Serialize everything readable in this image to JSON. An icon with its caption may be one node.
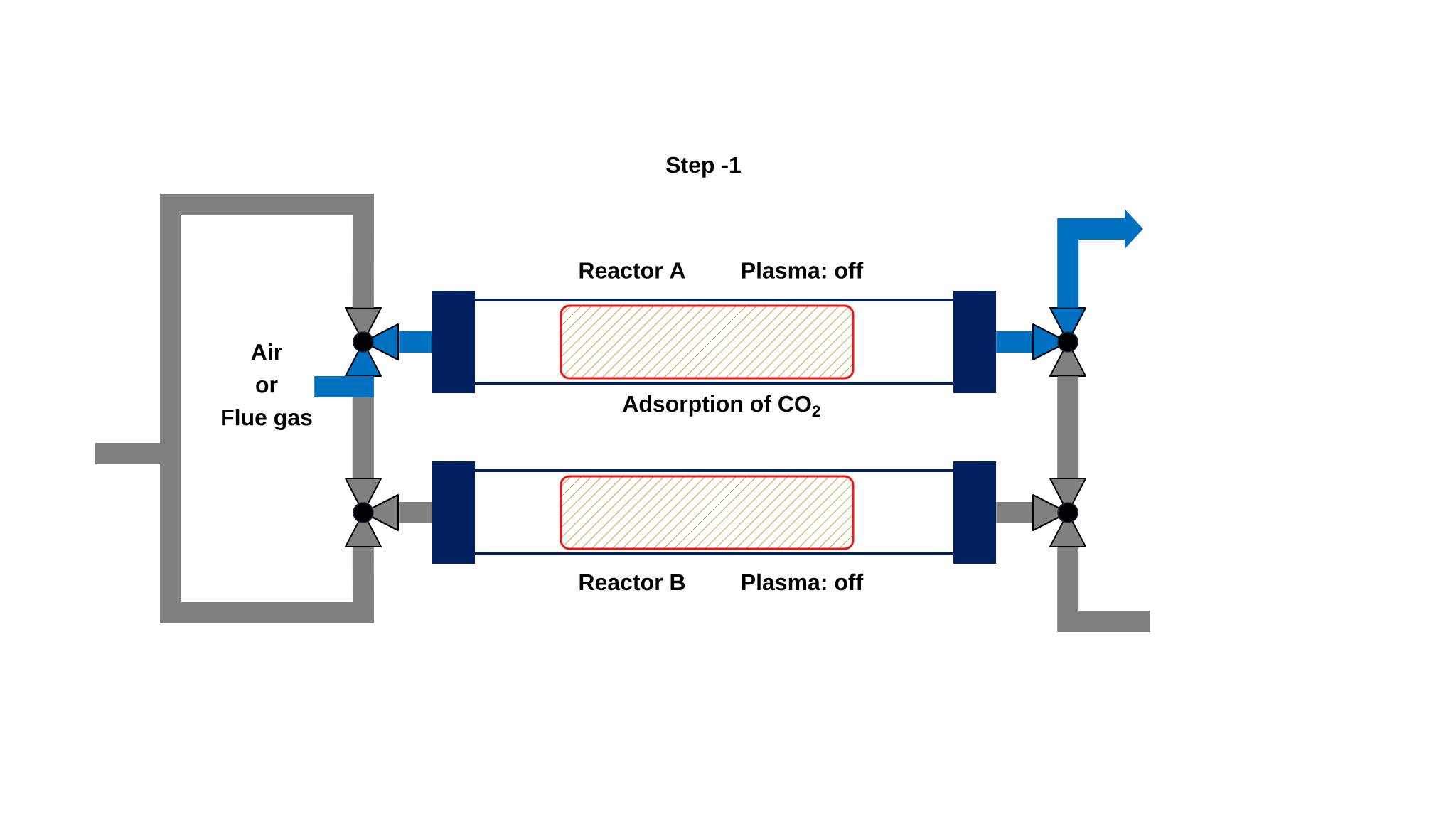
{
  "diagram": {
    "title": "Step -1",
    "nodes": [
      {
        "text": [
          "Air or Flue gas"
        ]
      },
      {
        "text": [],
        "shape": "valve"
      },
      {
        "text": [],
        "shape": "valve"
      },
      {
        "text": [
          "Reactor A",
          "Plasma: off"
        ],
        "beside": [
          "Adsorption of CO$_{2}$"
        ]
      },
      {
        "text": [
          "Reactor B",
          "Plasma: off"
        ]
      },
      {
        "text": [],
        "shape": "valve"
      },
      {
        "text": [],
        "shape": "valve"
      }
    ],
    "edges": [
      {
        "from": 1,
        "to": 2,
        "arrow": "none"
      },
      {
        "from": null,
        "to": 1,
        "arrow": "none"
      },
      {
        "from": null,
        "to": 2,
        "arrow": "none"
      },
      {
        "from": 2,
        "to": 4,
        "arrow": "none"
      },
      {
        "from": 4,
        "to": 6,
        "arrow": "none"
      },
      {
        "from": 5,
        "to": 6,
        "arrow": "none"
      },
      {
        "from": 6,
        "to": null,
        "arrow": "none"
      },
      {
        "from": 0,
        "to": 1,
        "arrow": "none",
        "color": "#0070c0"
      },
      {
        "from": 1,
        "to": 3,
        "arrow": "none",
        "color": "#0070c0"
      },
      {
        "from": 3,
        "to": 5,
        "arrow": "none",
        "color": "#0070c0"
      },
      {
        "from": 5,
        "to": null,
        "arrow": "to",
        "color": "#0070c0"
      }
    ]
  }
}
